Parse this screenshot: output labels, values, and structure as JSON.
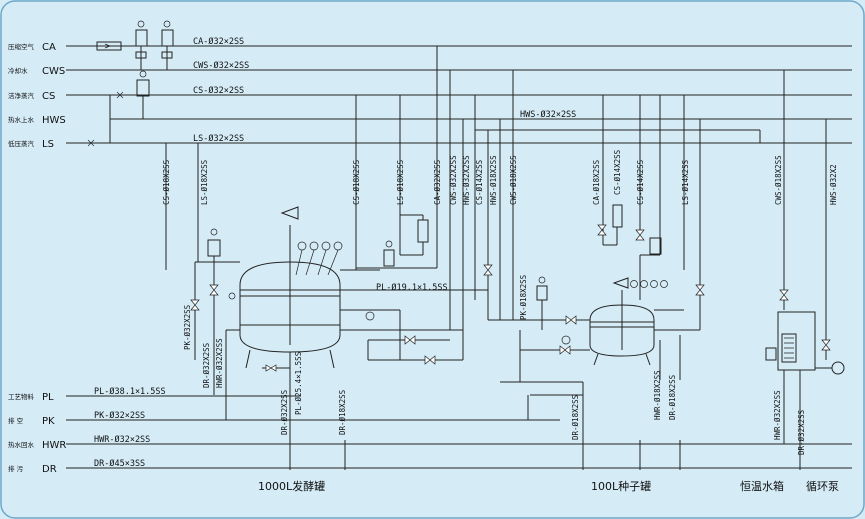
{
  "colors": {
    "background": "#d5ecf7",
    "line": "#222222",
    "frame": "#6fa8c8"
  },
  "top_lines": [
    {
      "cn": "压缩空气",
      "code": "CA",
      "spec": "CA-Ø32×2SS"
    },
    {
      "cn": "冷却水",
      "code": "CWS",
      "spec": "CWS-Ø32×2SS"
    },
    {
      "cn": "洁净蒸汽",
      "code": "CS",
      "spec": "CS-Ø32×2SS"
    },
    {
      "cn": "热水上水",
      "code": "HWS",
      "spec": "HWS-Ø32×2SS"
    },
    {
      "cn": "低压蒸汽",
      "code": "LS",
      "spec": "LS-Ø32×2SS"
    }
  ],
  "bottom_lines": [
    {
      "cn": "工艺物料",
      "code": "PL",
      "spec": "PL-Ø38.1×1.5SS"
    },
    {
      "cn": "排 空",
      "code": "PK",
      "spec": "PK-Ø32×2SS"
    },
    {
      "cn": "热水回水",
      "code": "HWR",
      "spec": "HWR-Ø32×2SS"
    },
    {
      "cn": "排 污",
      "code": "DR",
      "spec": "DR-Ø45×3SS"
    }
  ],
  "vertical_labels": [
    "CS-Ø18X2SS",
    "LS-Ø18X2SS",
    "CS-Ø18X2SS",
    "LS-Ø18X2SS",
    "CA-Ø32X2SS",
    "CWS-Ø32X2SS",
    "HWS-Ø32X2SS",
    "CS-Ø14X2SS",
    "HWS-Ø18X2SS",
    "CWS-Ø18X2SS",
    "CA-Ø18X2SS",
    "CS-Ø14X2SS",
    "CS-Ø14X2SS",
    "LS-Ø14X2SS",
    "CWS-Ø18X2SS",
    "HWS-Ø32X2",
    "PK-Ø32X2SS",
    "DR-Ø32X2SS",
    "HWR-Ø32X2SS",
    "DR-Ø32X2SS",
    "PL-Ø25.4×1.5SS",
    "DR-Ø18X2SS",
    "PK-Ø18X2SS",
    "DR-Ø18X2SS",
    "HWR-Ø18X2SS",
    "DR-Ø18X2SS",
    "HWR-Ø32X2SS",
    "DR-Ø32X2SS"
  ],
  "inline_labels": {
    "hws_branch": "HWS-Ø32×2SS",
    "pl_branch": "PL-Ø19.1×1.5SS"
  },
  "captions": [
    "1000L发酵罐",
    "100L种子罐",
    "恒温水箱",
    "循环泵"
  ]
}
